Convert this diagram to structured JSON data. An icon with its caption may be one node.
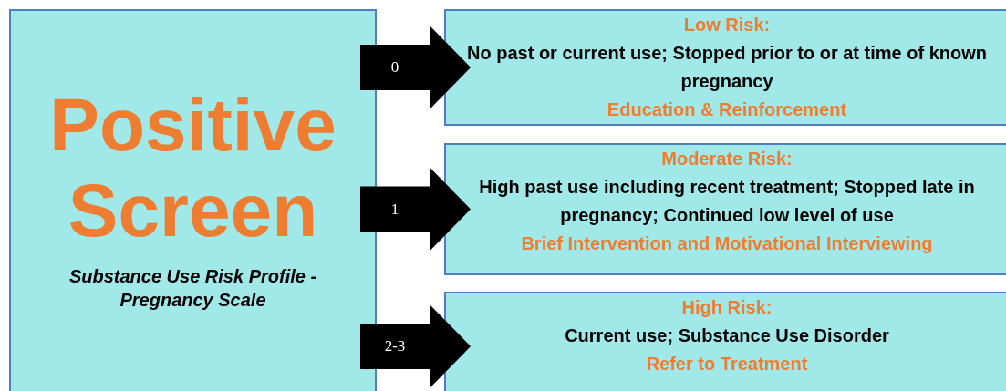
{
  "diagram": {
    "nodes": [
      {
        "text": [
          "Positive Screen",
          "Substance Use Risk Profile - Pregnancy Scale"
        ]
      },
      {
        "text": [
          "Low Risk:",
          "No past or current use; Stopped prior to or at time of known pregnancy",
          "Education & Reinforcement"
        ]
      },
      {
        "text": [
          "Moderate Risk:",
          "High past use including recent treatment; Stopped late in pregnancy; Continued low level of use",
          "Brief Intervention and Motivational Interviewing"
        ]
      },
      {
        "text": [
          "High Risk:",
          "Current use; Substance Use Disorder",
          "Refer to Treatment"
        ]
      }
    ],
    "edges": [
      {
        "from": 0,
        "to": 1,
        "arrow": "to",
        "label": "0"
      },
      {
        "from": 0,
        "to": 2,
        "arrow": "to",
        "label": "1"
      },
      {
        "from": 0,
        "to": 3,
        "arrow": "to",
        "label": "2-3"
      }
    ]
  }
}
